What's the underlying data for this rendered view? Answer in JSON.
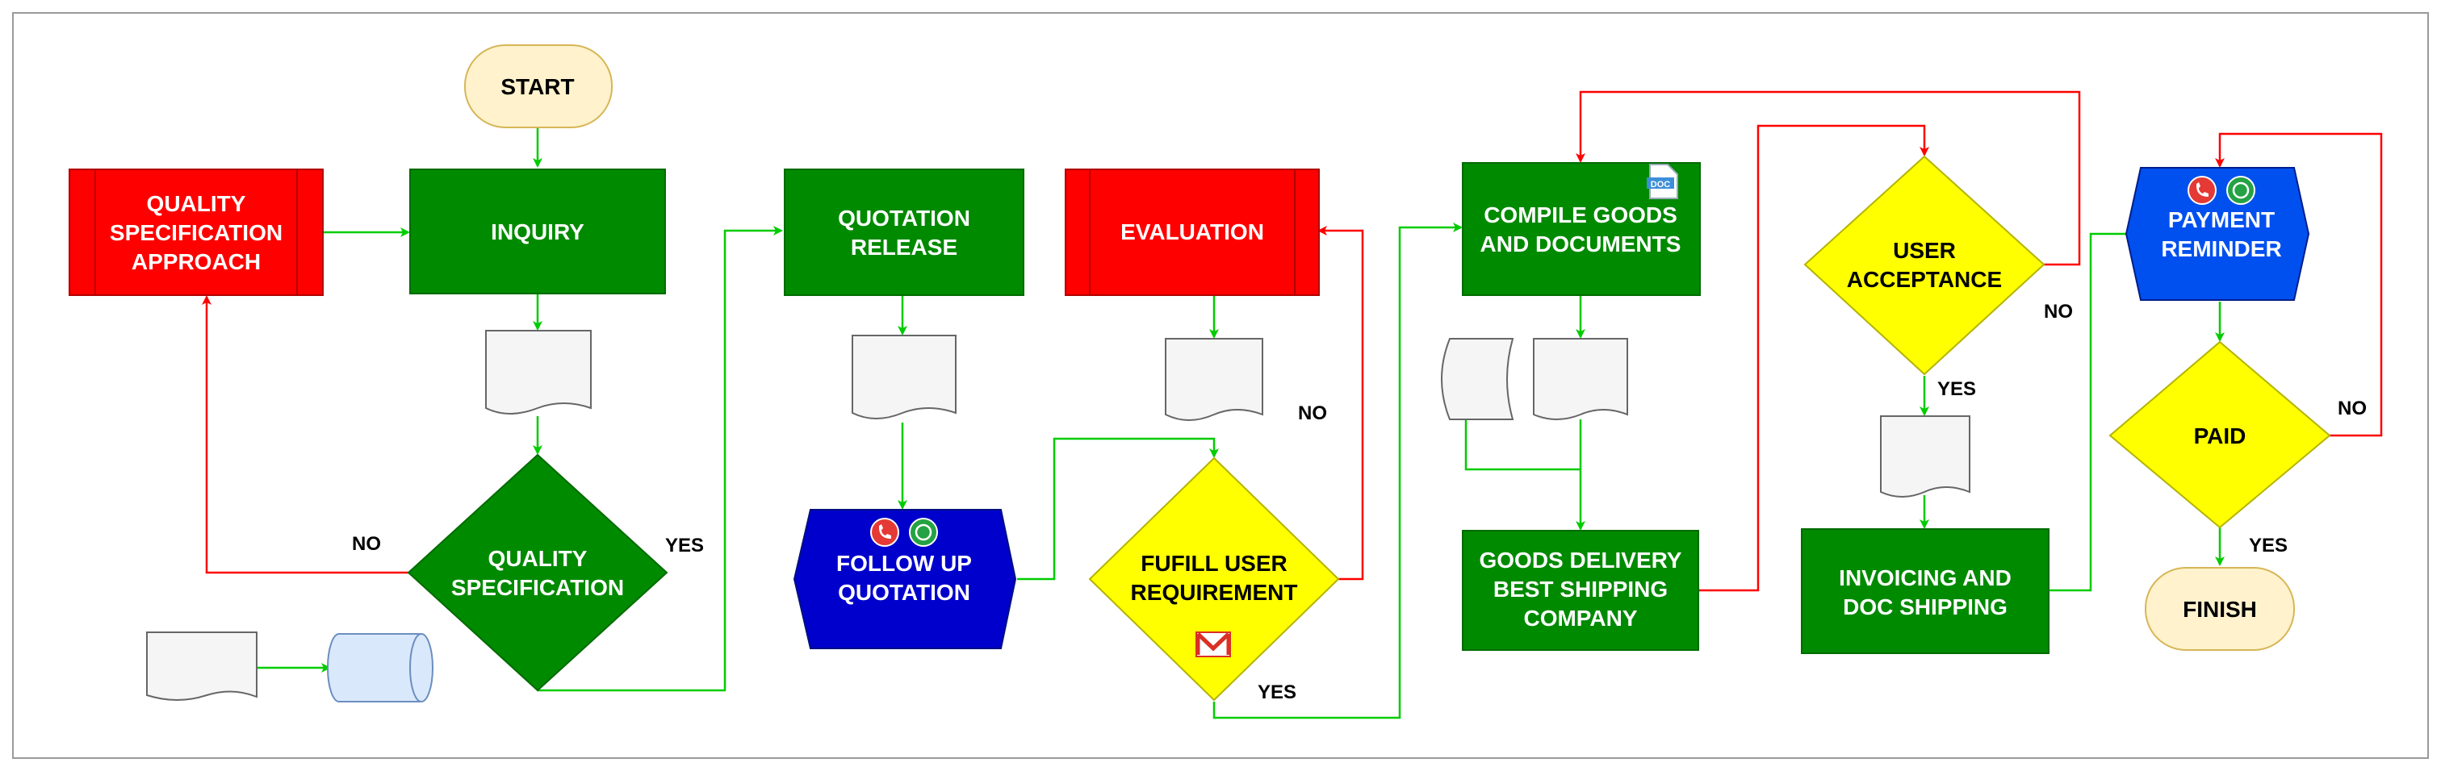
{
  "nodes": {
    "start": "START",
    "inquiry": "INQUIRY",
    "quality_approach": [
      "QUALITY",
      "SPECIFICATION",
      "APPROACH"
    ],
    "quality_spec": [
      "QUALITY",
      "SPECIFICATION"
    ],
    "quotation_release": [
      "QUOTATION",
      "RELEASE"
    ],
    "follow_up": [
      "FOLLOW UP",
      "QUOTATION"
    ],
    "evaluation": "EVALUATION",
    "fulfill": [
      "FUFILL USER",
      "REQUIREMENT"
    ],
    "compile": [
      "COMPILE GOODS",
      "AND DOCUMENTS"
    ],
    "goods_delivery": [
      "GOODS DELIVERY",
      "BEST SHIPPING",
      "COMPANY"
    ],
    "user_acceptance": [
      "USER",
      "ACCEPTANCE"
    ],
    "invoicing": [
      "INVOICING AND",
      "DOC SHIPPING"
    ],
    "payment_reminder": [
      "PAYMENT",
      "REMINDER"
    ],
    "paid": "PAID",
    "finish": "FINISH"
  },
  "edge_labels": {
    "qs_no": "NO",
    "qs_yes": "YES",
    "fulfill_no": "NO",
    "fulfill_yes": "YES",
    "ua_yes": "YES",
    "ua_no": "NO",
    "paid_no": "NO",
    "paid_yes": "YES"
  },
  "icons": {
    "doc_badge": "DOC",
    "badges": [
      "phone-icon",
      "whatsapp-icon",
      "gmail-icon",
      "doc-file-icon"
    ]
  },
  "colors": {
    "process_green": "#008a00",
    "subprocess_red": "#ff0000",
    "hexagon_blue": "#0050ef",
    "hexagon_navy": "#0000cc",
    "decision_yellow": "#ffff00",
    "terminator": "#fff2cc",
    "yes_flow": "#00cc00",
    "no_flow": "#ff0000"
  }
}
